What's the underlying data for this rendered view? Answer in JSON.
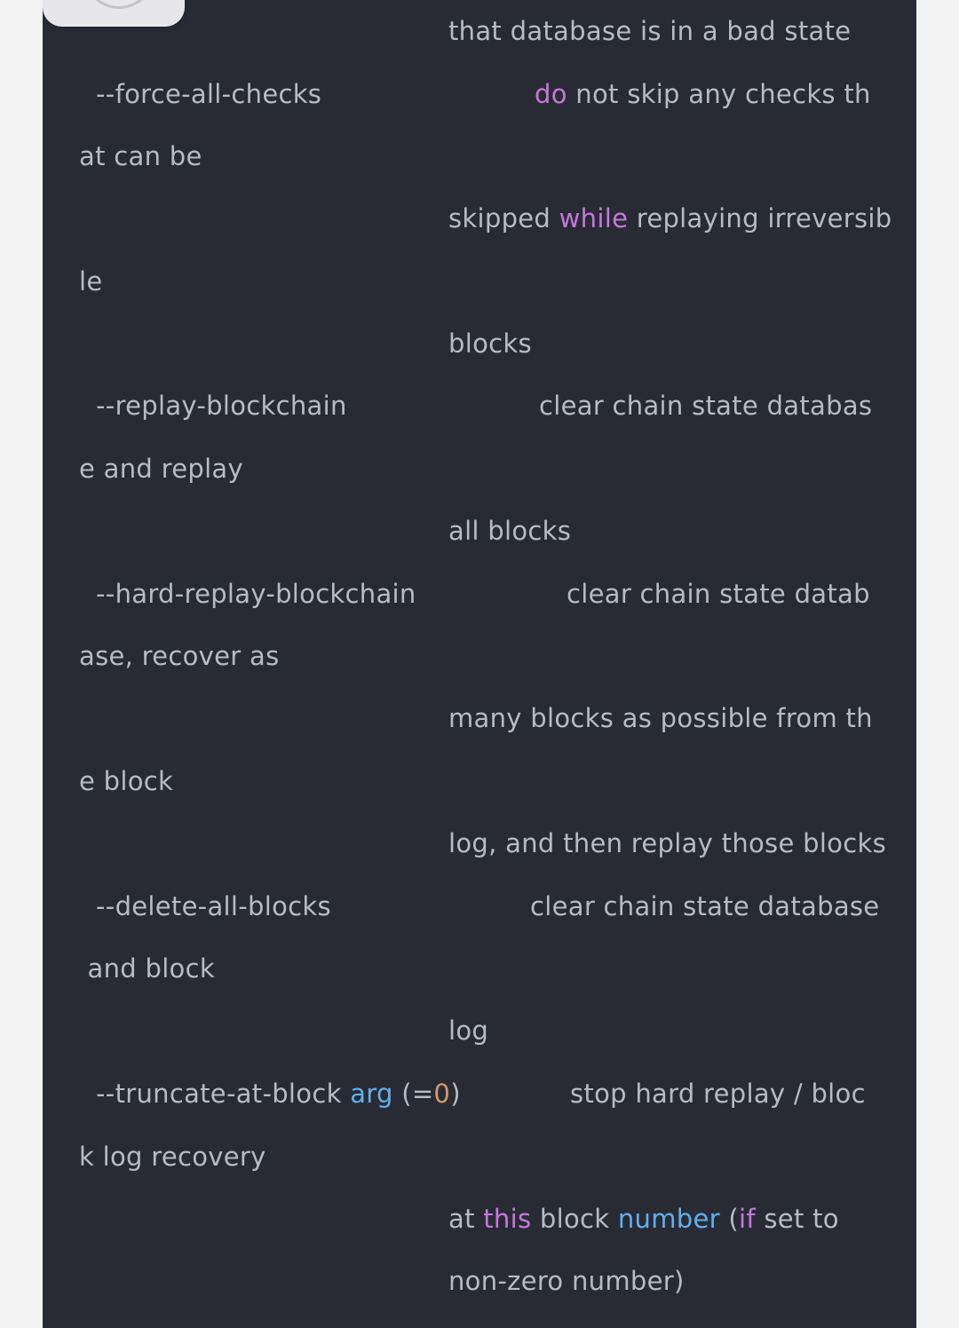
{
  "colors": {
    "background": "#292b34",
    "text": "#b6bcc6",
    "keyword": "#c678dd",
    "type": "#61afef",
    "number": "#d19a66"
  },
  "lines": [
    {
      "segments": [
        {
          "t": "that database is in a bad state"
        }
      ]
    },
    {
      "segments": [
        {
          "t": "  --force-all-checks"
        }
      ]
    },
    {
      "segments": [
        {
          "t": "do",
          "c": "kw"
        },
        {
          "t": " not skip any checks th"
        }
      ]
    },
    {
      "segments": [
        {
          "t": "at can be"
        }
      ]
    },
    {
      "segments": [
        {
          "t": "skipped "
        },
        {
          "t": "while",
          "c": "kw"
        },
        {
          "t": " replaying irreversib"
        }
      ]
    },
    {
      "segments": [
        {
          "t": "le"
        }
      ]
    },
    {
      "segments": [
        {
          "t": "blocks"
        }
      ]
    },
    {
      "segments": [
        {
          "t": "  --replay-blockchain"
        }
      ]
    },
    {
      "segments": [
        {
          "t": "clear chain state databas"
        }
      ]
    },
    {
      "segments": [
        {
          "t": "e and replay"
        }
      ]
    },
    {
      "segments": [
        {
          "t": "all blocks"
        }
      ]
    },
    {
      "segments": [
        {
          "t": "  --hard-replay-blockchain"
        }
      ]
    },
    {
      "segments": [
        {
          "t": "clear chain state datab"
        }
      ]
    },
    {
      "segments": [
        {
          "t": "ase, recover as"
        }
      ]
    },
    {
      "segments": [
        {
          "t": "many blocks as possible from th"
        }
      ]
    },
    {
      "segments": [
        {
          "t": "e block"
        }
      ]
    },
    {
      "segments": [
        {
          "t": "log, and then replay those blocks"
        }
      ]
    },
    {
      "segments": [
        {
          "t": "  --delete-all-blocks"
        }
      ]
    },
    {
      "segments": [
        {
          "t": "clear chain state database"
        }
      ]
    },
    {
      "segments": [
        {
          "t": " and block"
        }
      ]
    },
    {
      "segments": [
        {
          "t": "log"
        }
      ]
    },
    {
      "segments": [
        {
          "t": "  --truncate-at-block "
        },
        {
          "t": "arg",
          "c": "ty"
        },
        {
          "t": " (="
        },
        {
          "t": "0",
          "c": "num"
        },
        {
          "t": ")"
        }
      ]
    },
    {
      "segments": [
        {
          "t": "stop hard replay / bloc"
        }
      ]
    },
    {
      "segments": [
        {
          "t": "k log recovery"
        }
      ]
    },
    {
      "segments": [
        {
          "t": "at "
        },
        {
          "t": "this",
          "c": "kw"
        },
        {
          "t": " block "
        },
        {
          "t": "number",
          "c": "ty"
        },
        {
          "t": " ("
        },
        {
          "t": "if",
          "c": "kw"
        },
        {
          "t": " set to"
        }
      ]
    },
    {
      "segments": [
        {
          "t": "non-zero number)"
        }
      ]
    }
  ]
}
